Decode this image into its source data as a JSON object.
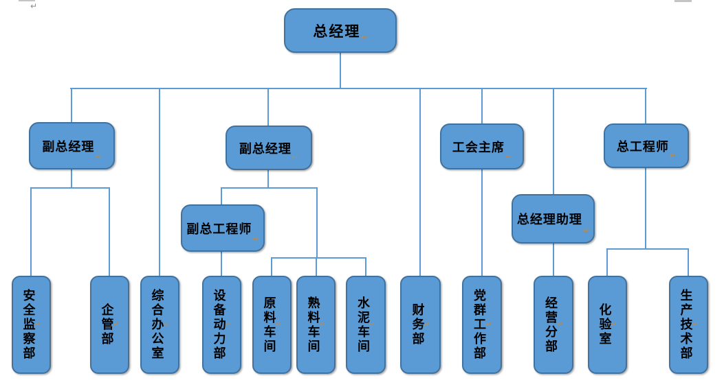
{
  "diagram": {
    "kind": "organization-chart",
    "language": "zh-CN"
  },
  "nodes": {
    "gm": {
      "label": "总经理"
    },
    "vgm1": {
      "label": "副总经理"
    },
    "vgm2": {
      "label": "副总经理"
    },
    "union": {
      "label": "工会主席"
    },
    "chief": {
      "label": "总工程师"
    },
    "dce": {
      "label": "副总工程师"
    },
    "gma": {
      "label": "总经理助理"
    },
    "safety": {
      "label": "安全监察部"
    },
    "enterprise": {
      "label": "企管部"
    },
    "office": {
      "label": "综合办公室"
    },
    "equipment": {
      "label": "设备动力部"
    },
    "raw": {
      "label": "原料车间"
    },
    "clinker": {
      "label": "熟料车间"
    },
    "cement": {
      "label": "水泥车间"
    },
    "finance": {
      "label": "财务部"
    },
    "party": {
      "label": "党群工作部"
    },
    "business": {
      "label": "经营分部"
    },
    "lab": {
      "label": "化验室"
    },
    "production": {
      "label": "生产技术部"
    }
  },
  "hierarchy": {
    "edges": [
      [
        "总经理",
        "副总经理(左)"
      ],
      [
        "总经理",
        "综合办公室"
      ],
      [
        "总经理",
        "副总经理(中)"
      ],
      [
        "总经理",
        "财务部"
      ],
      [
        "总经理",
        "工会主席"
      ],
      [
        "总经理",
        "总经理助理"
      ],
      [
        "总经理",
        "总工程师"
      ],
      [
        "副总经理(左)",
        "安全监察部"
      ],
      [
        "副总经理(左)",
        "企管部"
      ],
      [
        "副总经理(中)",
        "副总工程师"
      ],
      [
        "副总经理(中)",
        "原料车间"
      ],
      [
        "副总经理(中)",
        "熟料车间"
      ],
      [
        "副总经理(中)",
        "水泥车间"
      ],
      [
        "副总工程师",
        "设备动力部"
      ],
      [
        "工会主席",
        "党群工作部"
      ],
      [
        "总经理助理",
        "经营分部"
      ],
      [
        "总工程师",
        "化验室"
      ],
      [
        "总工程师",
        "生产技术部"
      ]
    ]
  },
  "marks": {
    "pilcrow": "↵"
  },
  "colors": {
    "box_fill": "#5B9BD5",
    "box_border": "#41719C",
    "connector": "#5B9BD5",
    "text": "#000000",
    "formatting_mark": "#B98B52"
  }
}
